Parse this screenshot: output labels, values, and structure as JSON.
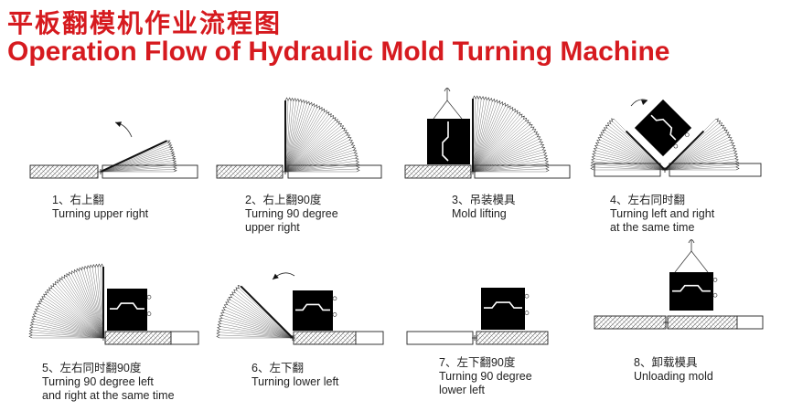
{
  "title_cn": "平板翻模机作业流程图",
  "title_en": "Operation Flow of Hydraulic Mold Turning Machine",
  "steps": [
    {
      "cn": "1、右上翻",
      "en": [
        "Turning upper right"
      ]
    },
    {
      "cn": "2、右上翻90度",
      "en": [
        "Turning 90 degree",
        "upper right"
      ]
    },
    {
      "cn": "3、吊装模具",
      "en": [
        "Mold lifting"
      ]
    },
    {
      "cn": "4、左右同时翻",
      "en": [
        "Turning left and right",
        "at the same time"
      ]
    },
    {
      "cn": "5、左右同时翻90度",
      "en": [
        "Turning 90 degree left",
        "and right at the same time"
      ]
    },
    {
      "cn": "6、左下翻",
      "en": [
        "Turning lower left"
      ]
    },
    {
      "cn": "7、左下翻90度",
      "en": [
        " Turning 90 degree",
        "lower left"
      ]
    },
    {
      "cn": "8、卸载模具",
      "en": [
        "Unloading mold"
      ]
    }
  ],
  "colors": {
    "title": "#d61a1f",
    "line": "#222222",
    "mold": "#000000"
  }
}
